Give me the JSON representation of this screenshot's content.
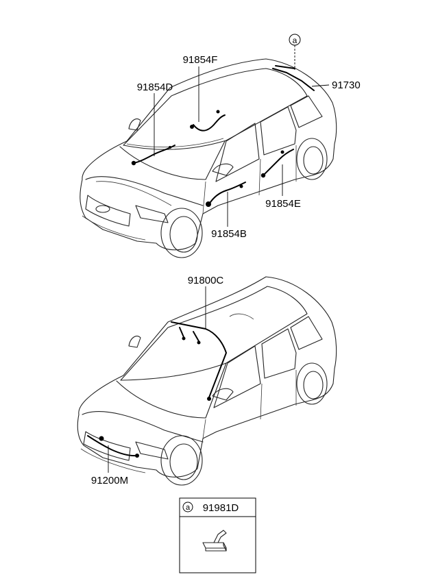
{
  "callouts": {
    "ref_a": "a",
    "part_91854F": "91854F",
    "part_91854D": "91854D",
    "part_91730": "91730",
    "part_91854E": "91854E",
    "part_91854B": "91854B",
    "part_91800C": "91800C",
    "part_91200M": "91200M"
  },
  "detail_box": {
    "ref": "a",
    "part": "91981D"
  }
}
